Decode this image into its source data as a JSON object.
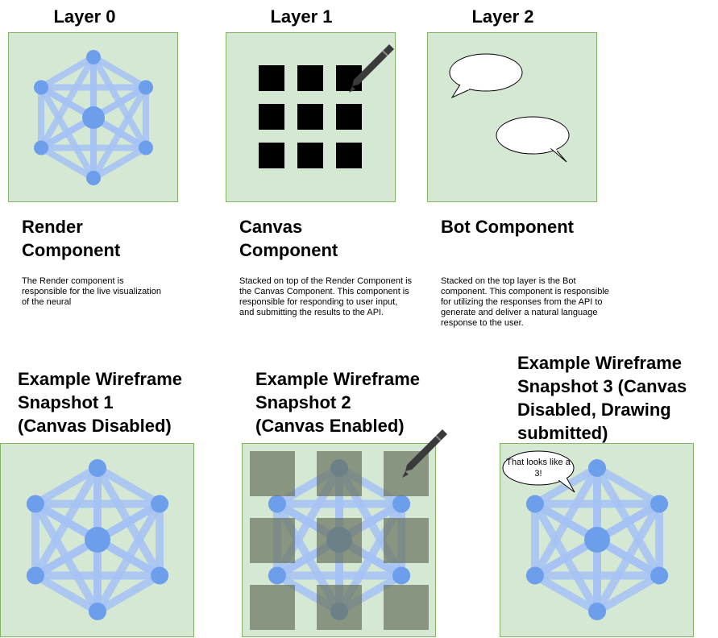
{
  "layers": [
    {
      "title": "Layer 0"
    },
    {
      "title": "Layer 1"
    },
    {
      "title": "Layer 2"
    }
  ],
  "components": [
    {
      "title_line1": "Render",
      "title_line2": "Component",
      "description": "The Render component is responsible for the live visualization of the neural"
    },
    {
      "title_line1": "Canvas",
      "title_line2": "Component",
      "description": "Stacked on top of the Render Component is the Canvas Component. This component is responsible for responding to user input, and submitting the results to the API."
    },
    {
      "title_line1": "Bot Component",
      "title_line2": "",
      "description": "Stacked on the top layer is the Bot component. This component is responsible for utilizing the responses from the API to generate and deliver a natural language response to the user."
    }
  ],
  "snapshots": [
    {
      "lines": [
        "Example Wireframe",
        "Snapshot 1",
        "(Canvas Disabled)"
      ]
    },
    {
      "lines": [
        "Example Wireframe",
        "Snapshot 2",
        "(Canvas Enabled)"
      ]
    },
    {
      "lines": [
        "Example Wireframe",
        "Snapshot 3 (Canvas",
        "Disabled, Drawing",
        "submitted)"
      ]
    }
  ],
  "bot_message": "That looks like a 3!",
  "colors": {
    "panel_fill": "#d5e8d4",
    "panel_border": "#82b366",
    "node": "#6d9eeb",
    "edge": "#a4c2f4",
    "canvas_square": "#000000",
    "overlay_square": "#6b7560"
  },
  "icons": [
    "network-graph-icon",
    "pen-icon",
    "speech-bubble-icon"
  ]
}
